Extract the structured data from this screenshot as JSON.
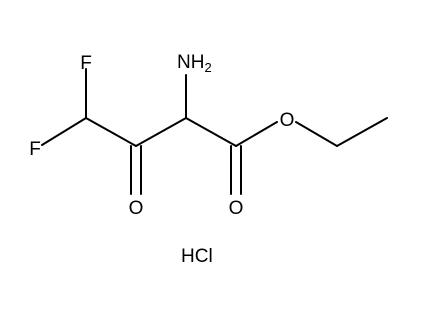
{
  "structure": {
    "atoms": {
      "f_top": "F",
      "f_left": "F",
      "o_ketone": "O",
      "o_ester_carbonyl": "O",
      "o_ester": "O",
      "nh2_main": "NH",
      "nh2_sub": "2",
      "salt": "HCl"
    }
  }
}
